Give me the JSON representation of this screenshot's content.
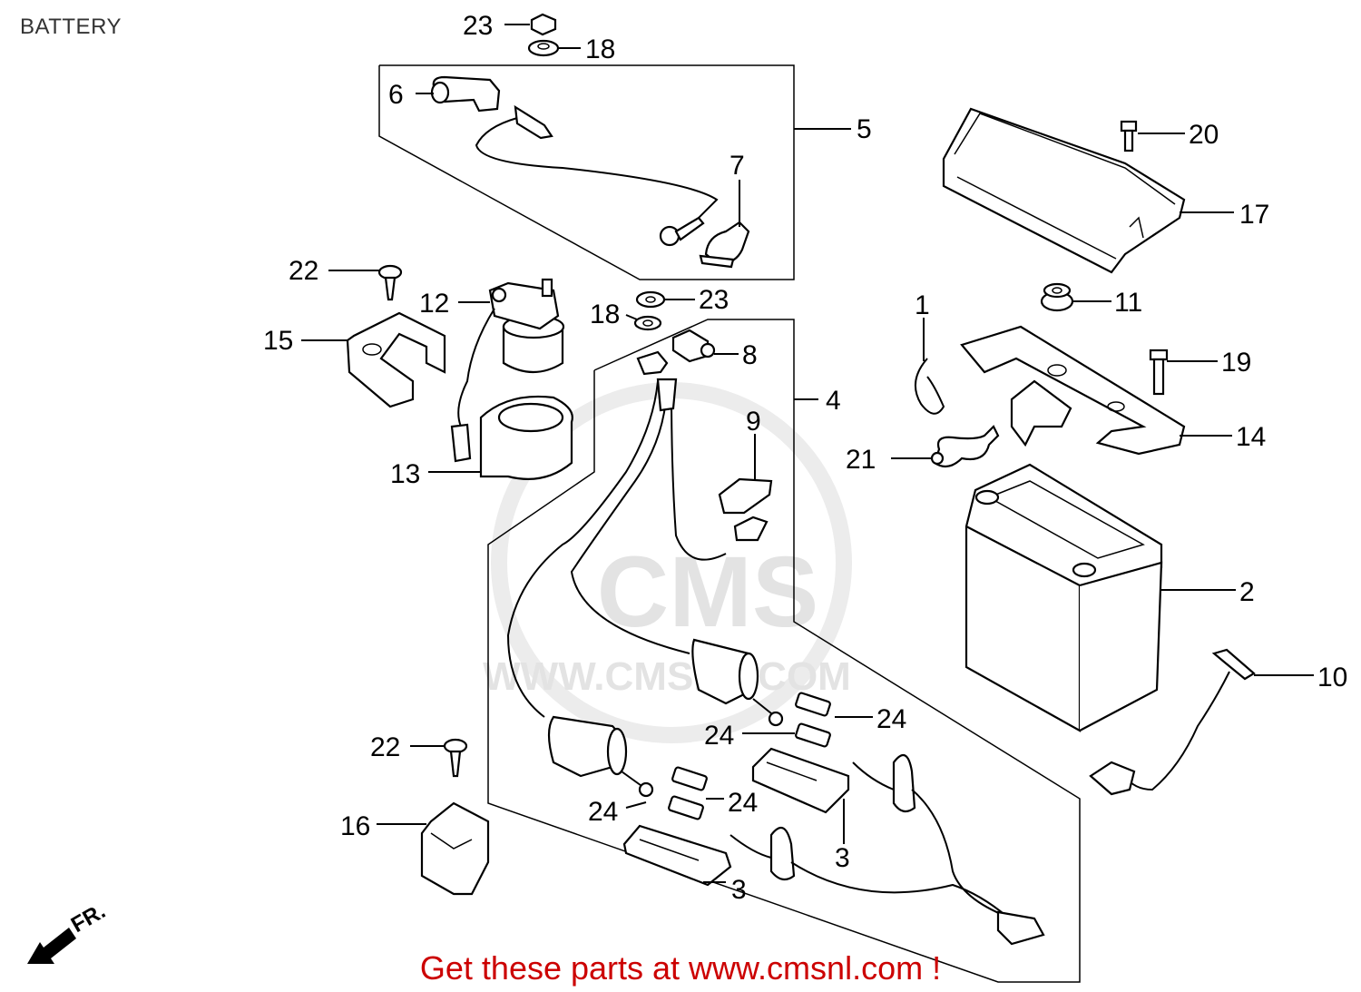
{
  "title": "BATTERY",
  "watermark": {
    "brand": "CMS",
    "url": "WWW.CMSNL.COM"
  },
  "direction_label": "FR.",
  "footer": "Get these parts at www.cmsnl.com !",
  "labels": {
    "l1": "1",
    "l2": "2",
    "l3a": "3",
    "l3b": "3",
    "l4": "4",
    "l5": "5",
    "l6": "6",
    "l7": "7",
    "l8": "8",
    "l9": "9",
    "l10": "10",
    "l11": "11",
    "l12": "12",
    "l13": "13",
    "l14": "14",
    "l15": "15",
    "l16": "16",
    "l17": "17",
    "l18a": "18",
    "l18b": "18",
    "l19": "19",
    "l20": "20",
    "l21": "21",
    "l22a": "22",
    "l22b": "22",
    "l23a": "23",
    "l23b": "23",
    "l24a": "24",
    "l24b": "24",
    "l24c": "24",
    "l24d": "24"
  },
  "colors": {
    "footer": "#cc0000",
    "watermark": "#e3e3e3",
    "line": "#000000"
  }
}
